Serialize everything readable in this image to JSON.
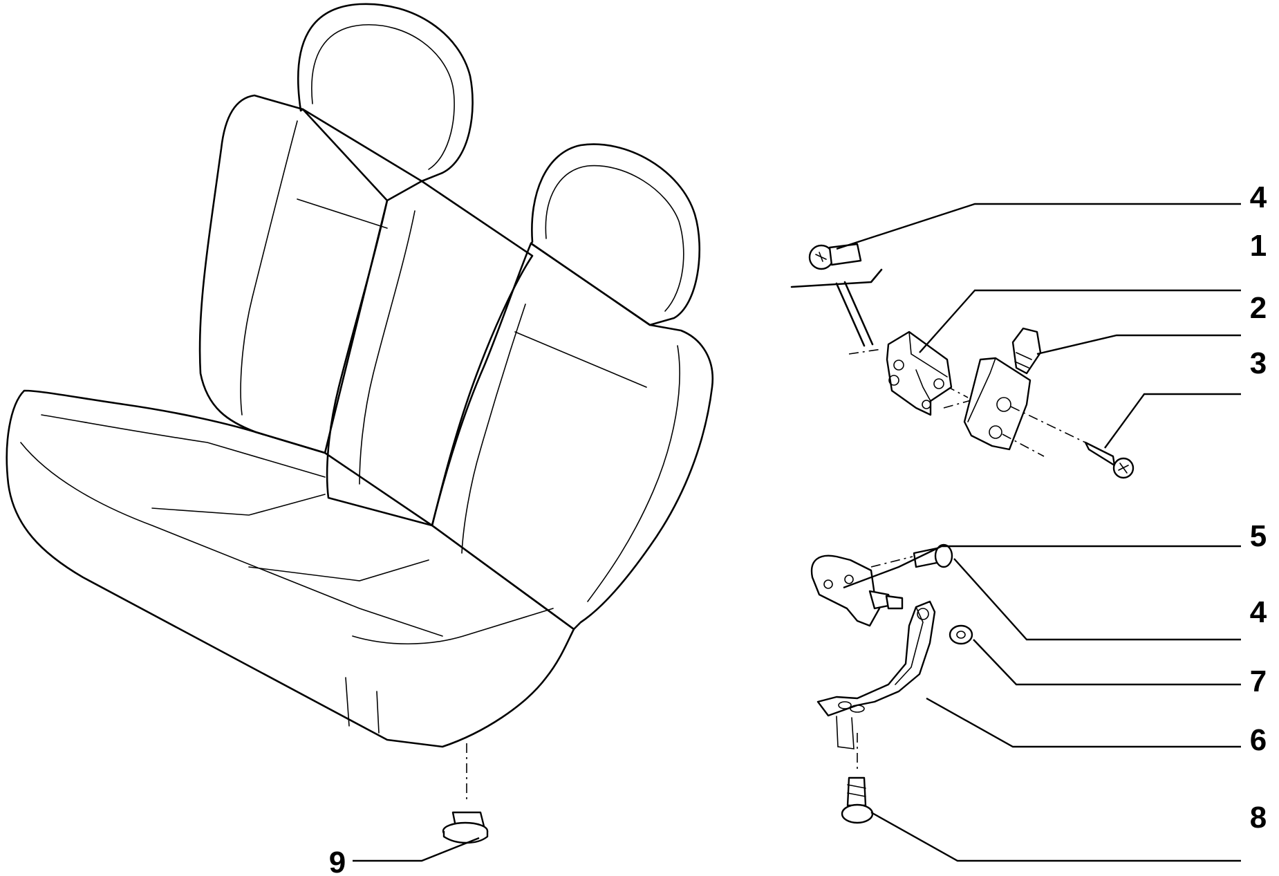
{
  "callouts": {
    "c1": "4",
    "c2": "1",
    "c3": "2",
    "c4": "3",
    "c5": "5",
    "c6": "4",
    "c7": "7",
    "c8": "6",
    "c9": "8",
    "c10": "9"
  }
}
